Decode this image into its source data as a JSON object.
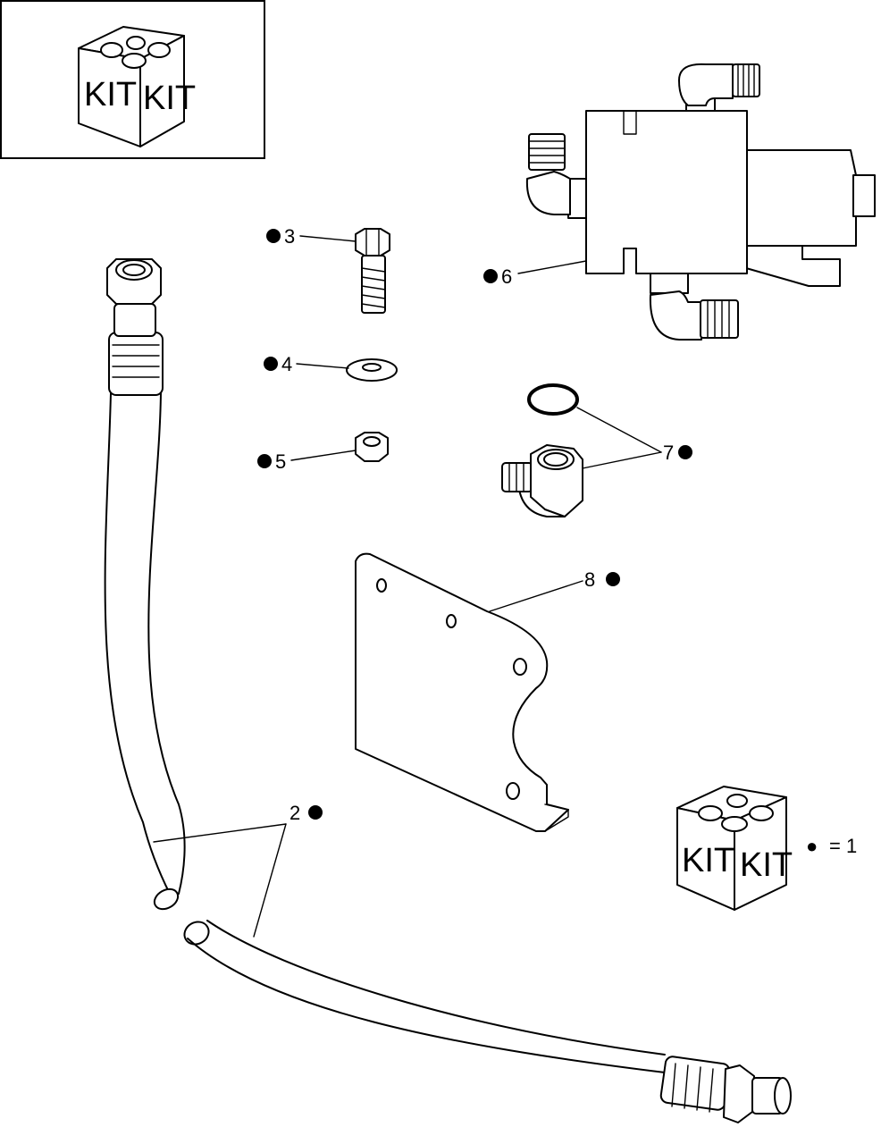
{
  "kit_box_text": "KIT",
  "legend": {
    "dot": "●",
    "text": "= 1"
  },
  "callouts": [
    {
      "id": "2",
      "text": "2"
    },
    {
      "id": "3",
      "text": "3"
    },
    {
      "id": "4",
      "text": "4"
    },
    {
      "id": "5",
      "text": "5"
    },
    {
      "id": "6",
      "text": "6"
    },
    {
      "id": "7",
      "text": "7"
    },
    {
      "id": "8",
      "text": "8"
    }
  ]
}
